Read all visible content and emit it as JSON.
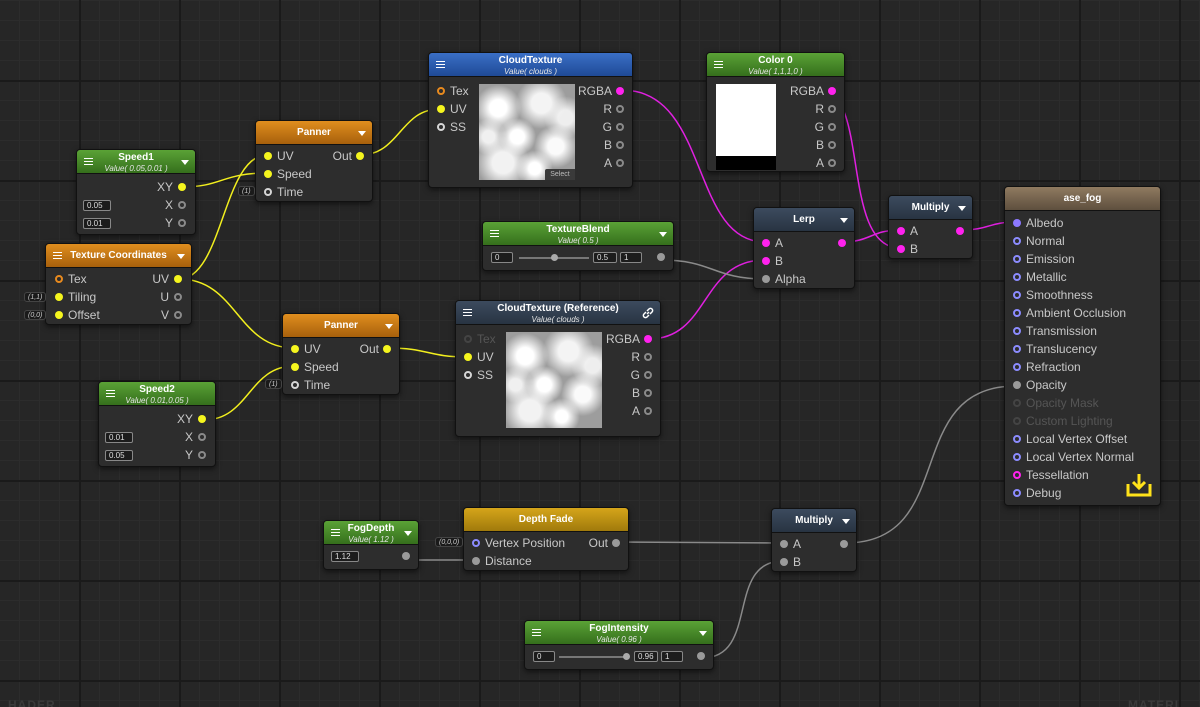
{
  "canvas": {
    "colors": {
      "background": "#262626",
      "wire_yellow": "#f2ef1e",
      "wire_magenta": "#e020e0",
      "wire_gray": "#8a8a8a"
    },
    "watermarks": [
      "HADER",
      "MATERI"
    ]
  },
  "nodes": {
    "speed1": {
      "title": "Speed1",
      "subtitle": "Value( 0.05,0.01 )",
      "out_label": "XY",
      "x_label": "X",
      "y_label": "Y",
      "x_value": "0.05",
      "y_value": "0.01"
    },
    "texcoords": {
      "title": "Texture Coordinates",
      "in_tex": "Tex",
      "in_tiling": "Tiling",
      "in_offset": "Offset",
      "out_uv": "UV",
      "out_u": "U",
      "out_v": "V",
      "tiling_default": "(1,1)",
      "offset_default": "(0,0)"
    },
    "panner1": {
      "title": "Panner",
      "in_uv": "UV",
      "in_speed": "Speed",
      "in_time": "Time",
      "out": "Out",
      "time_default": "(1)"
    },
    "cloud1": {
      "title": "CloudTexture",
      "subtitle": "Value( clouds )",
      "in_tex": "Tex",
      "in_uv": "UV",
      "in_ss": "SS",
      "out_rgba": "RGBA",
      "out_r": "R",
      "out_g": "G",
      "out_b": "B",
      "out_a": "A",
      "select_label": "Select"
    },
    "color0": {
      "title": "Color 0",
      "subtitle": "Value( 1,1,1,0 )",
      "out_rgba": "RGBA",
      "out_r": "R",
      "out_g": "G",
      "out_b": "B",
      "out_a": "A",
      "swatch_color": "#ffffff"
    },
    "textureblend": {
      "title": "TextureBlend",
      "subtitle": "Value( 0.5 )",
      "min": "0",
      "value": "0.5",
      "max": "1",
      "fraction": 0.5
    },
    "lerp": {
      "title": "Lerp",
      "in_a": "A",
      "in_b": "B",
      "in_alpha": "Alpha"
    },
    "multiply1": {
      "title": "Multiply",
      "in_a": "A",
      "in_b": "B"
    },
    "ase_fog": {
      "title": "ase_fog",
      "inputs": [
        {
          "label": "Albedo",
          "state": "connected"
        },
        {
          "label": "Normal",
          "state": "normal"
        },
        {
          "label": "Emission",
          "state": "normal"
        },
        {
          "label": "Metallic",
          "state": "normal"
        },
        {
          "label": "Smoothness",
          "state": "normal"
        },
        {
          "label": "Ambient Occlusion",
          "state": "normal"
        },
        {
          "label": "Transmission",
          "state": "normal"
        },
        {
          "label": "Translucency",
          "state": "normal"
        },
        {
          "label": "Refraction",
          "state": "normal"
        },
        {
          "label": "Opacity",
          "state": "connected"
        },
        {
          "label": "Opacity Mask",
          "state": "disabled"
        },
        {
          "label": "Custom Lighting",
          "state": "disabled"
        },
        {
          "label": "Local Vertex Offset",
          "state": "normal"
        },
        {
          "label": "Local Vertex Normal",
          "state": "normal"
        },
        {
          "label": "Tessellation",
          "state": "tess"
        },
        {
          "label": "Debug",
          "state": "normal"
        }
      ]
    },
    "cloud2": {
      "title": "CloudTexture (Reference)",
      "subtitle": "Value( clouds )",
      "in_tex": "Tex",
      "in_uv": "UV",
      "in_ss": "SS",
      "out_rgba": "RGBA",
      "out_r": "R",
      "out_g": "G",
      "out_b": "B",
      "out_a": "A"
    },
    "panner2": {
      "title": "Panner",
      "in_uv": "UV",
      "in_speed": "Speed",
      "in_time": "Time",
      "out": "Out",
      "time_default": "(1)"
    },
    "speed2": {
      "title": "Speed2",
      "subtitle": "Value( 0.01,0.05 )",
      "out_label": "XY",
      "x_label": "X",
      "y_label": "Y",
      "x_value": "0.01",
      "y_value": "0.05"
    },
    "fogdepth": {
      "title": "FogDepth",
      "subtitle": "Value( 1.12 )",
      "value": "1.12"
    },
    "depthfade": {
      "title": "Depth Fade",
      "in_vertex": "Vertex Position",
      "in_distance": "Distance",
      "out": "Out",
      "vertex_default": "(0,0,0)"
    },
    "multiply2": {
      "title": "Multiply",
      "in_a": "A",
      "in_b": "B"
    },
    "fogintensity": {
      "title": "FogIntensity",
      "subtitle": "Value( 0.96 )",
      "min": "0",
      "value": "0.96",
      "max": "1",
      "fraction": 0.96
    }
  }
}
